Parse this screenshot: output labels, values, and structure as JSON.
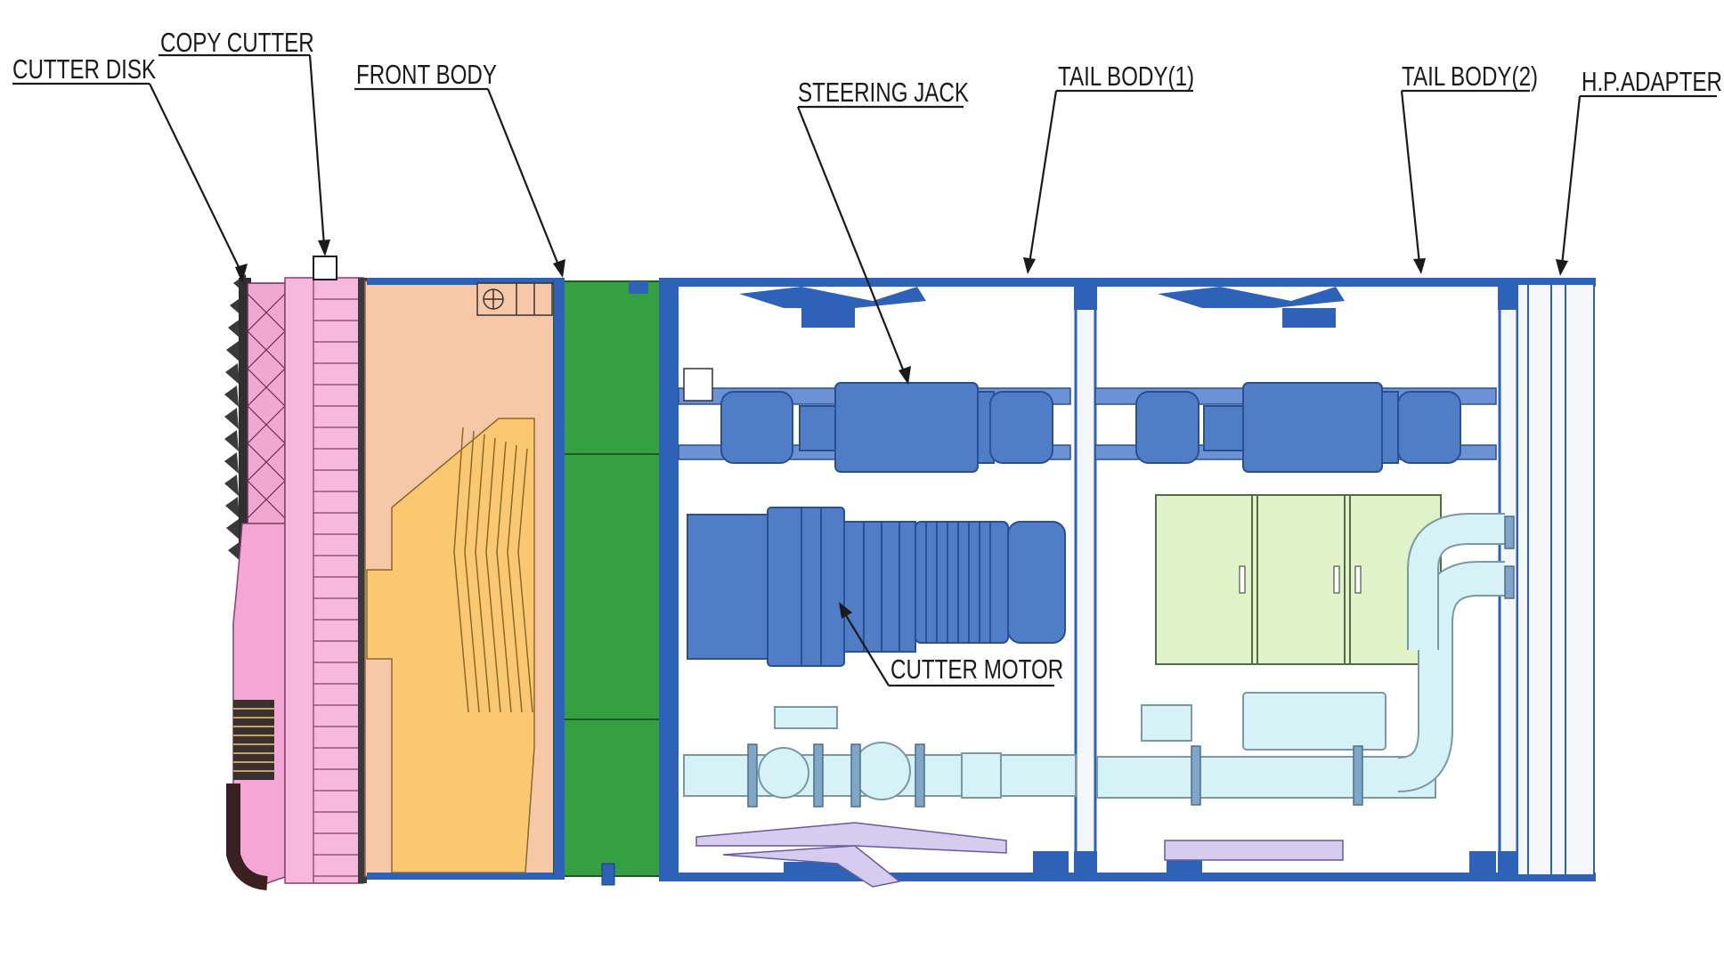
{
  "labels": {
    "cutter_disk": "CUTTER DISK",
    "copy_cutter": "COPY CUTTER",
    "front_body": "FRONT BODY",
    "steering_jack": "STEERING JACK",
    "tail_body_1": "TAIL BODY(1)",
    "tail_body_2": "TAIL BODY(2)",
    "hp_adapter": "H.P.ADAPTER",
    "cutter_motor": "CUTTER MOTOR"
  },
  "colors": {
    "shell_blue": "#2e62b8",
    "cutter_pink": "#f4a6d4",
    "cutter_spokes": "#f7b8de",
    "front_body_peach": "#f7c8a8",
    "gearbox_yellow": "#f9c870",
    "bulkhead_green": "#34a040",
    "control_panel_green": "#dff2c8",
    "pipe_cyan": "#d6f2f6",
    "jack_lavender": "#d6ccf0"
  }
}
